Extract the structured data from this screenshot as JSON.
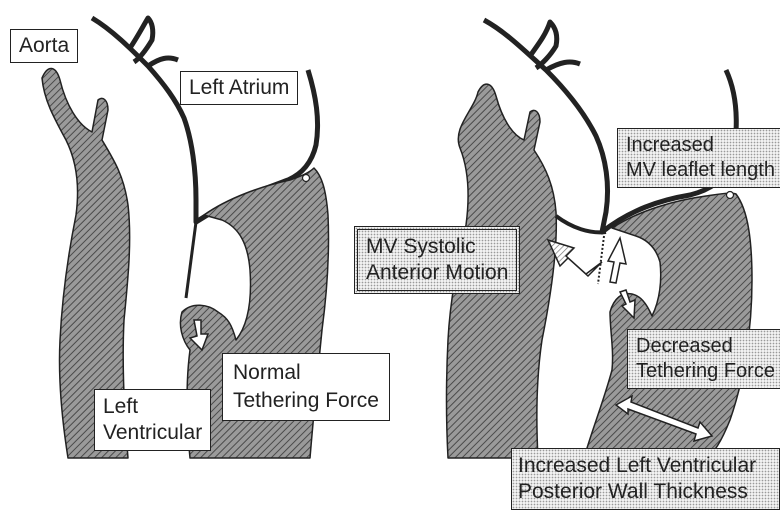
{
  "colors": {
    "hatch_fill": "#8c8c8c",
    "outline": "#222222",
    "label_border": "#222222",
    "dotted_fill": "#f1f1f1"
  },
  "left_panel": {
    "labels": {
      "aorta": "Aorta",
      "left_atrium": "Left Atrium",
      "left_ventricular": [
        "Left",
        "Ventricular"
      ],
      "normal_tethering": [
        "Normal",
        "Tethering Force"
      ]
    },
    "arrows": [
      {
        "name": "tethering-arrow",
        "direction": "down"
      }
    ]
  },
  "right_panel": {
    "labels": {
      "increased_leaflet": [
        "Increased",
        "MV leaflet length"
      ],
      "mv_sam": [
        "MV Systolic",
        "Anterior Motion"
      ],
      "decreased_tethering": [
        "Decreased",
        "Tethering Force"
      ],
      "increased_wall": [
        "Increased Left Ventricular",
        "Posterior Wall Thickness"
      ]
    },
    "arrows": [
      {
        "name": "sam-arrow",
        "direction": "up-left"
      },
      {
        "name": "leaflet-length-arrow",
        "direction": "up"
      },
      {
        "name": "decreased-tethering-arrow",
        "direction": "down"
      },
      {
        "name": "wall-thickness-arrow",
        "direction": "bidirectional"
      }
    ]
  }
}
